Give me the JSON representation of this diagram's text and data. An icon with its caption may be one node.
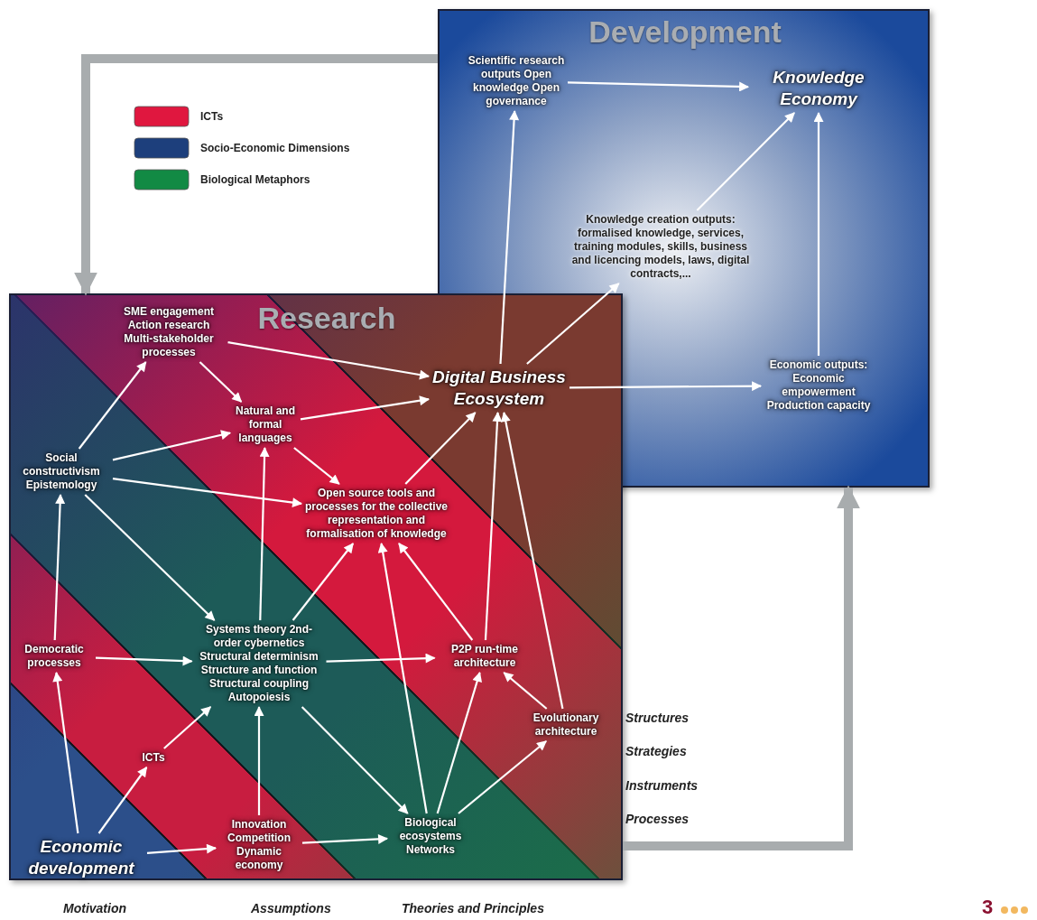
{
  "diagram": {
    "nodes": [
      {
        "text": [
          "Development"
        ]
      },
      {
        "text": [
          "Scientific research outputs Open knowledge Open governance"
        ],
        "in": 0
      },
      {
        "text": [
          "Knowledge Economy"
        ],
        "in": 0
      },
      {
        "text": [
          "Knowledge creation outputs: formalised knowledge, services, training modules, skills, business and licencing models, laws, digital contracts,..."
        ],
        "in": 0
      },
      {
        "text": [
          "Economic outputs: Economic empowerment Production capacity"
        ],
        "in": 0
      },
      {
        "text": [
          "Research"
        ]
      },
      {
        "text": [
          "Digital Business Ecosystem"
        ]
      },
      {
        "text": [
          "SME engagement Action research Multi-stakeholder processes"
        ],
        "in": 5
      },
      {
        "text": [
          "Natural and formal languages"
        ],
        "in": 5
      },
      {
        "text": [
          "Social constructivism Epistemology"
        ],
        "in": 5
      },
      {
        "text": [
          "Open source tools and processes for the collective representation and formalisation of knowledge"
        ],
        "in": 5
      },
      {
        "text": [
          "Systems theory 2nd-order cybernetics Structural determinism Structure and function Structural coupling Autopoiesis"
        ],
        "in": 5
      },
      {
        "text": [
          "Democratic processes"
        ],
        "in": 5
      },
      {
        "text": [
          "P2P run-time architecture"
        ],
        "in": 5
      },
      {
        "text": [
          "Evolutionary architecture"
        ],
        "in": 5
      },
      {
        "text": [
          "ICTs"
        ],
        "in": 5
      },
      {
        "text": [
          "Economic development"
        ],
        "in": 5
      },
      {
        "text": [
          "Innovation Competition Dynamic economy"
        ],
        "in": 5
      },
      {
        "text": [
          "Biological ecosystems Networks"
        ],
        "in": 5
      }
    ],
    "edges": [
      {
        "from": 0,
        "to": 5,
        "arrow": "to",
        "style": "thick",
        "color": "#a8acae"
      },
      {
        "from": 5,
        "to": 0,
        "arrow": "to",
        "style": "thick",
        "color": "#a8acae"
      },
      {
        "from": 1,
        "to": 2,
        "arrow": "to"
      },
      {
        "from": 3,
        "to": 2,
        "arrow": "to"
      },
      {
        "from": 4,
        "to": 2,
        "arrow": "to"
      },
      {
        "from": 6,
        "to": 1,
        "arrow": "to"
      },
      {
        "from": 6,
        "to": 3,
        "arrow": "to"
      },
      {
        "from": 6,
        "to": 4,
        "arrow": "to"
      },
      {
        "from": 7,
        "to": 6,
        "arrow": "to"
      },
      {
        "from": 7,
        "to": 8,
        "arrow": "to"
      },
      {
        "from": 8,
        "to": 6,
        "arrow": "to"
      },
      {
        "from": 9,
        "to": 7,
        "arrow": "to"
      },
      {
        "from": 9,
        "to": 8,
        "arrow": "to"
      },
      {
        "from": 9,
        "to": 10,
        "arrow": "to"
      },
      {
        "from": 9,
        "to": 11,
        "arrow": "to"
      },
      {
        "from": 8,
        "to": 10,
        "arrow": "to"
      },
      {
        "from": 11,
        "to": 8,
        "arrow": "to"
      },
      {
        "from": 11,
        "to": 10,
        "arrow": "to"
      },
      {
        "from": 10,
        "to": 6,
        "arrow": "to"
      },
      {
        "from": 12,
        "to": 9,
        "arrow": "to"
      },
      {
        "from": 12,
        "to": 11,
        "arrow": "to"
      },
      {
        "from": 16,
        "to": 12,
        "arrow": "to"
      },
      {
        "from": 16,
        "to": 15,
        "arrow": "to"
      },
      {
        "from": 15,
        "to": 11,
        "arrow": "to"
      },
      {
        "from": 16,
        "to": 17,
        "arrow": "to"
      },
      {
        "from": 17,
        "to": 11,
        "arrow": "to"
      },
      {
        "from": 17,
        "to": 18,
        "arrow": "to"
      },
      {
        "from": 11,
        "to": 18,
        "arrow": "to"
      },
      {
        "from": 11,
        "to": 13,
        "arrow": "to"
      },
      {
        "from": 18,
        "to": 10,
        "arrow": "to"
      },
      {
        "from": 13,
        "to": 10,
        "arrow": "to"
      },
      {
        "from": 13,
        "to": 6,
        "arrow": "to"
      },
      {
        "from": 18,
        "to": 13,
        "arrow": "to"
      },
      {
        "from": 18,
        "to": 14,
        "arrow": "to"
      },
      {
        "from": 14,
        "to": 13,
        "arrow": "to"
      },
      {
        "from": 14,
        "to": 6,
        "arrow": "to"
      }
    ],
    "labels": [
      "Structures",
      "Strategies",
      "Instruments",
      "Processes",
      "Motivation",
      "Assumptions",
      "Theories and Principles",
      "3"
    ],
    "legend": [
      {
        "text": "ICTs",
        "color": "#e0173f"
      },
      {
        "text": "Socio-Economic Dimensions",
        "color": "#1d3f7c"
      },
      {
        "text": "Biological Metaphors",
        "color": "#128a44"
      }
    ]
  }
}
